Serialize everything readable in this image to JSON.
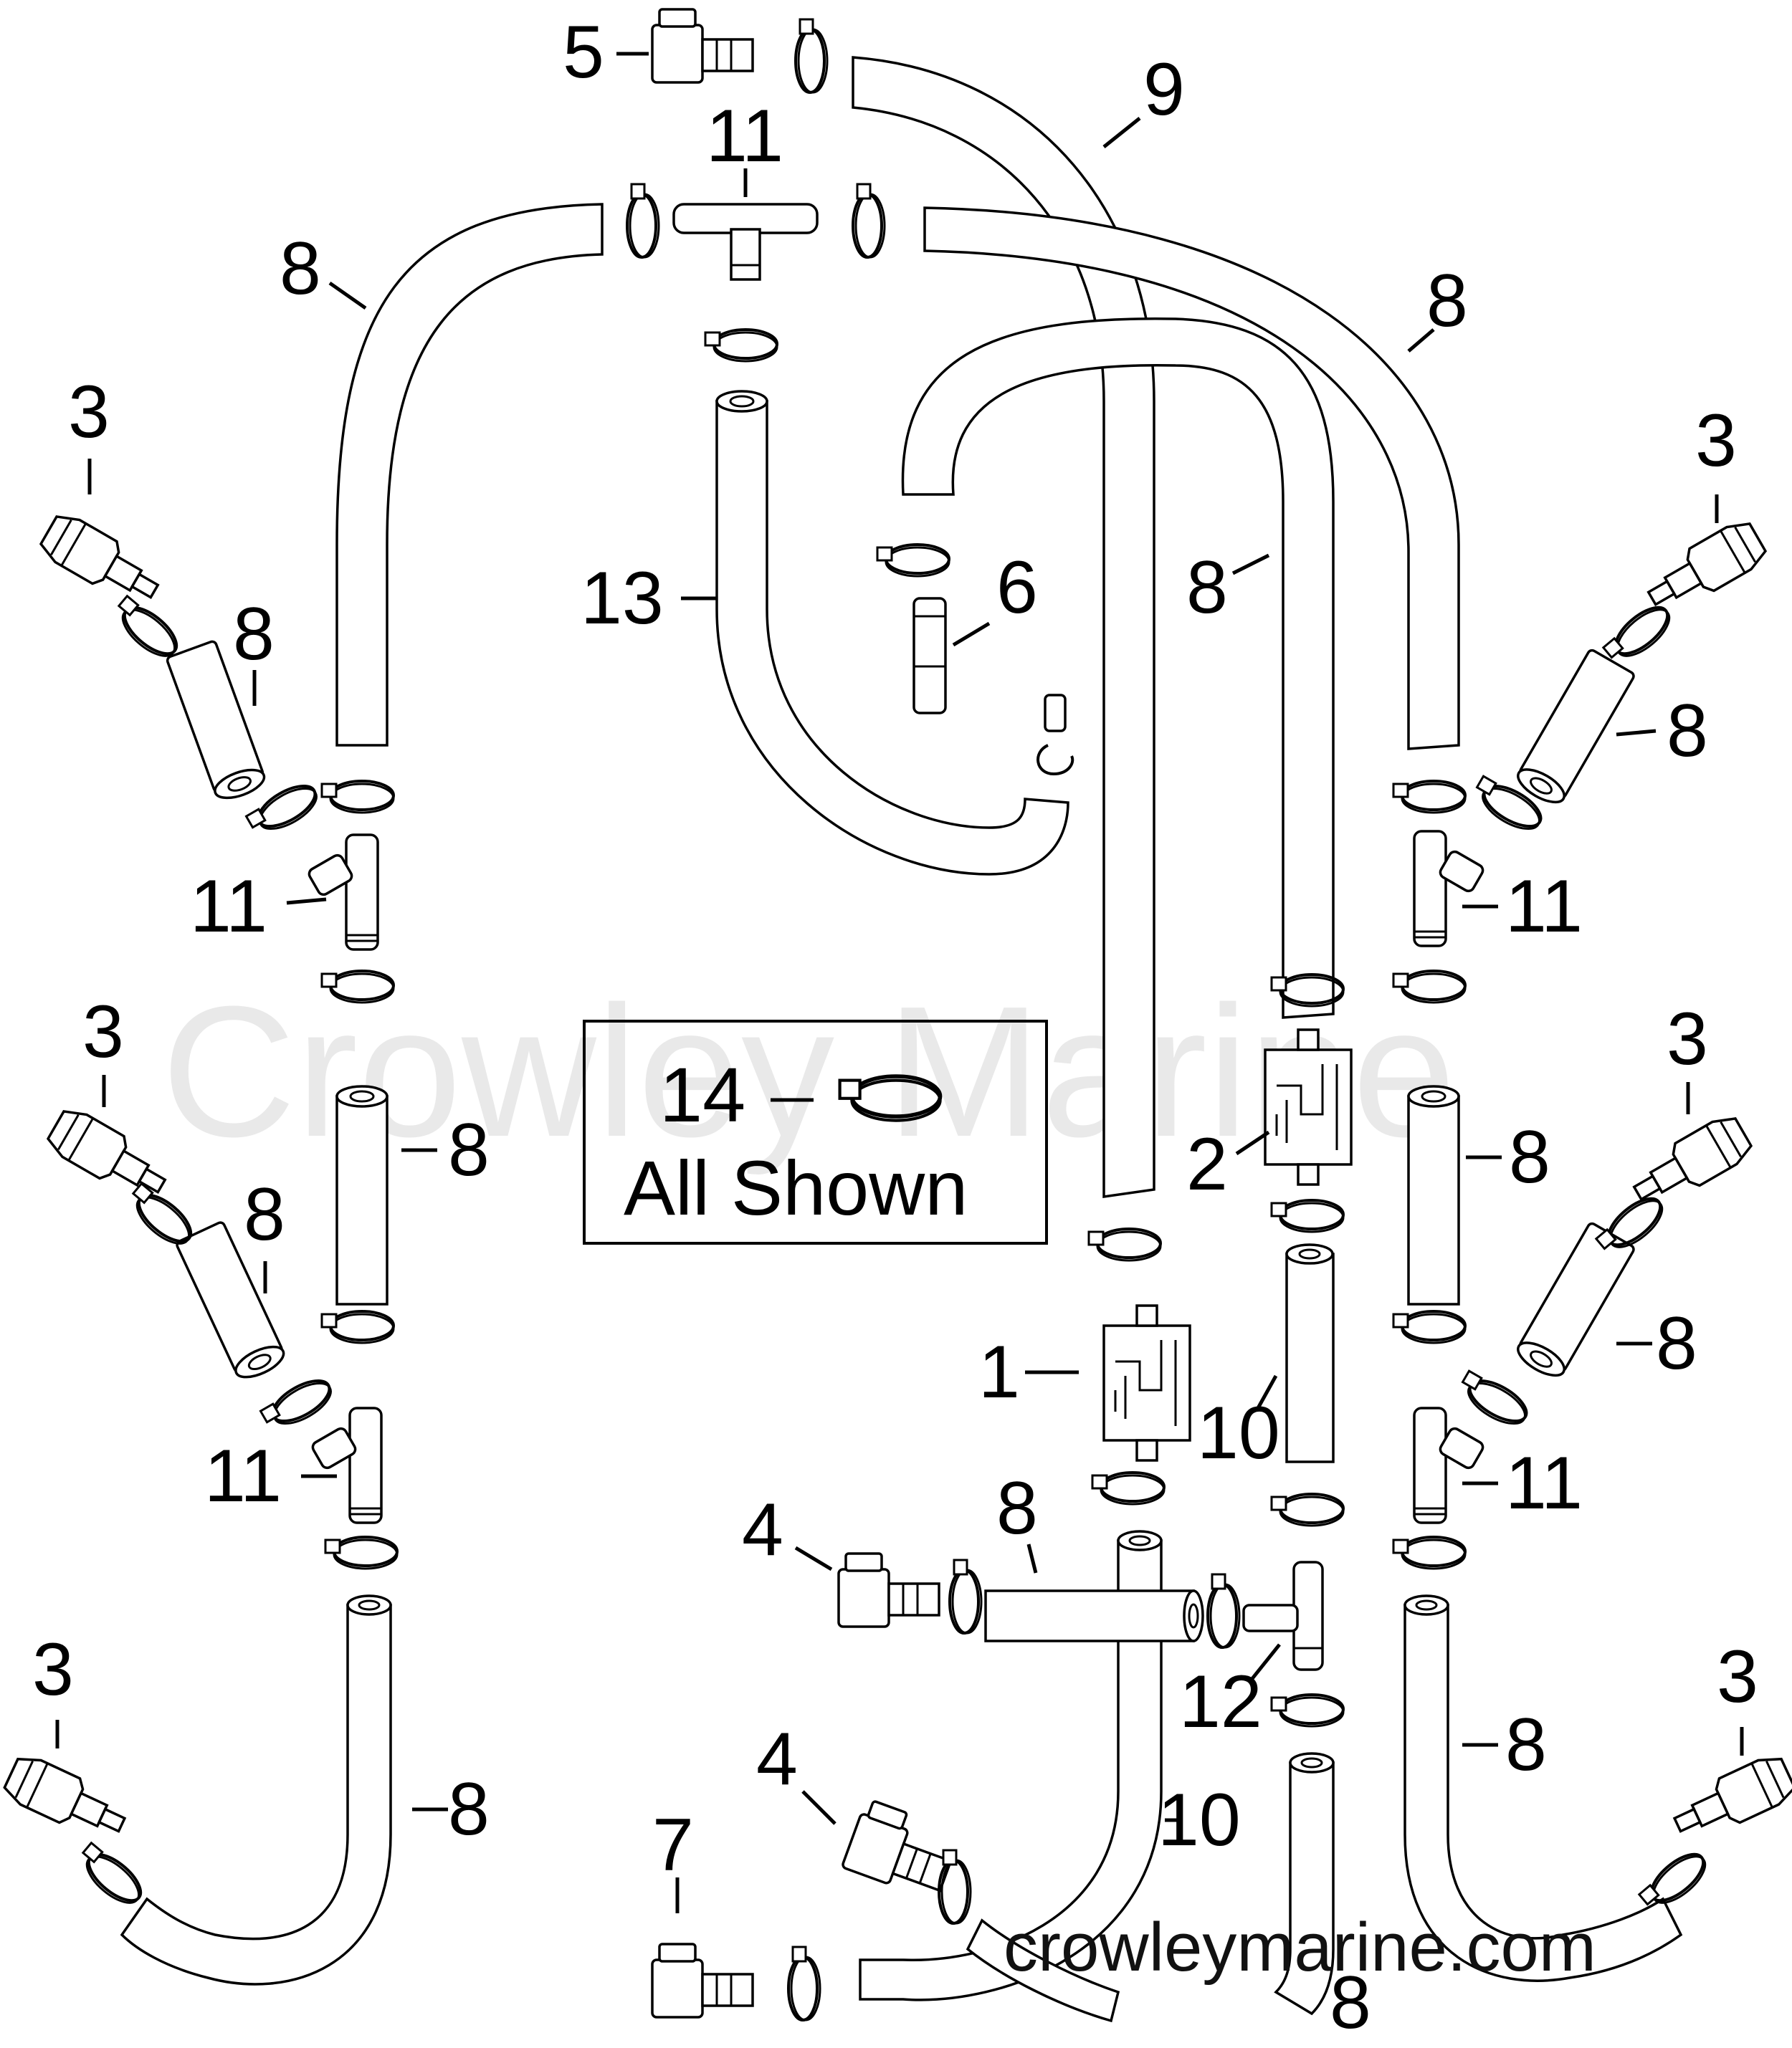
{
  "watermark": "Crowley Marine",
  "website": "crowleymarine.com",
  "legend_box": {
    "number": "14",
    "label": "All Shown"
  },
  "callouts": [
    {
      "id": "c5",
      "text": "5"
    },
    {
      "id": "c11-top",
      "text": "11"
    },
    {
      "id": "c9",
      "text": "9"
    },
    {
      "id": "c8-top-left",
      "text": "8"
    },
    {
      "id": "c8-top-right",
      "text": "8"
    },
    {
      "id": "c3-upper-left",
      "text": "3"
    },
    {
      "id": "c3-upper-right",
      "text": "3"
    },
    {
      "id": "c13",
      "text": "13"
    },
    {
      "id": "c6",
      "text": "6"
    },
    {
      "id": "c8-mid-right-inner",
      "text": "8"
    },
    {
      "id": "c8-left-short-1",
      "text": "8"
    },
    {
      "id": "c8-right-short-1",
      "text": "8"
    },
    {
      "id": "c11-left-1",
      "text": "11"
    },
    {
      "id": "c11-right-1",
      "text": "11"
    },
    {
      "id": "c3-mid-left",
      "text": "3"
    },
    {
      "id": "c3-mid-right",
      "text": "3"
    },
    {
      "id": "c8-left-long",
      "text": "8"
    },
    {
      "id": "c2",
      "text": "2"
    },
    {
      "id": "c8-right-long",
      "text": "8"
    },
    {
      "id": "c8-left-short-2",
      "text": "8"
    },
    {
      "id": "c8-right-short-2",
      "text": "8"
    },
    {
      "id": "c1",
      "text": "1"
    },
    {
      "id": "c10-upper",
      "text": "10"
    },
    {
      "id": "c11-left-2",
      "text": "11"
    },
    {
      "id": "c11-right-2",
      "text": "11"
    },
    {
      "id": "c4-upper",
      "text": "4"
    },
    {
      "id": "c8-center",
      "text": "8"
    },
    {
      "id": "c3-lower-left",
      "text": "3"
    },
    {
      "id": "c3-lower-right",
      "text": "3"
    },
    {
      "id": "c12",
      "text": "12"
    },
    {
      "id": "c4-lower",
      "text": "4"
    },
    {
      "id": "c8-bottom-left",
      "text": "8"
    },
    {
      "id": "c10-lower",
      "text": "10"
    },
    {
      "id": "c8-bottom-right",
      "text": "8"
    },
    {
      "id": "c7",
      "text": "7"
    },
    {
      "id": "c8-bottom-center",
      "text": "8"
    }
  ]
}
